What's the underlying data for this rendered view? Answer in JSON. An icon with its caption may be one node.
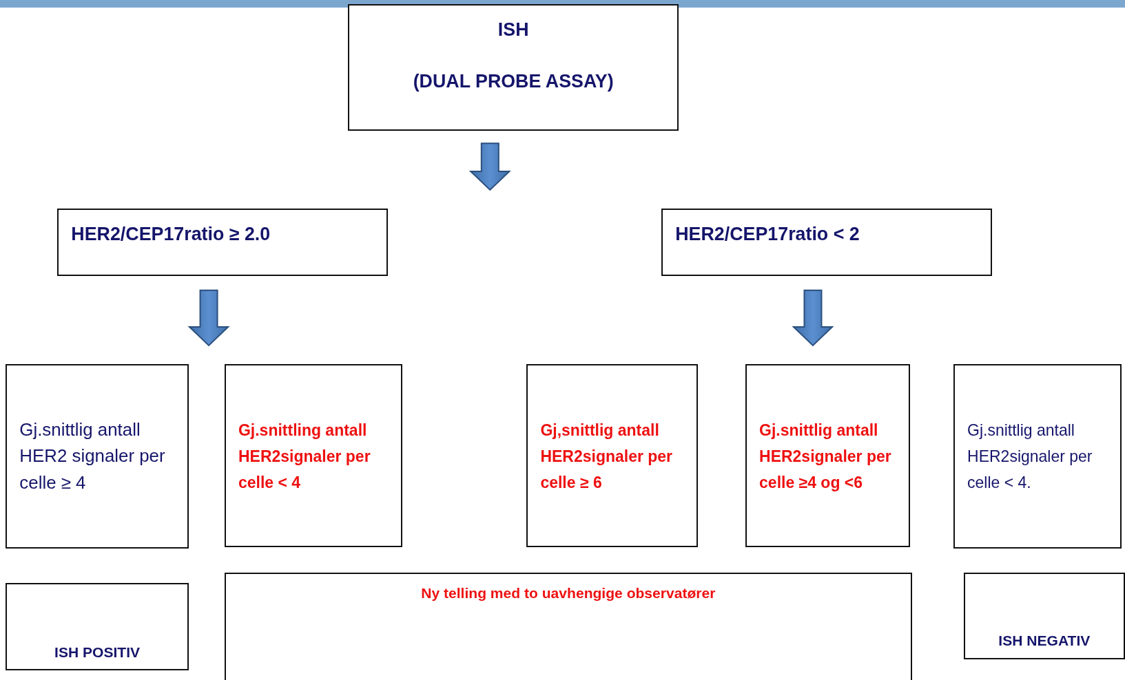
{
  "diagram": {
    "nodes": [
      {
        "text": [
          "ISH",
          "(DUAL PROBE ASSAY)"
        ]
      },
      {
        "text": [
          "HER2/CEP17ratio ≥ 2.0"
        ]
      },
      {
        "text": [
          "HER2/CEP17ratio < 2"
        ]
      },
      {
        "text": [
          "Gj.snittlig antall HER2 signaler per celle  ≥ 4"
        ]
      },
      {
        "text": [
          "Gj.snittling antall HER2signaler per celle < 4"
        ]
      },
      {
        "text": [
          "Gj,snittlig antall HER2signaler per celle ≥ 6"
        ]
      },
      {
        "text": [
          "Gj.snittlig antall HER2signaler per celle  ≥4 og <6"
        ]
      },
      {
        "text": [
          "Gj.snittlig antall HER2signaler per celle < 4."
        ]
      },
      {
        "text": [
          "ISH POSITIV"
        ]
      },
      {
        "text": [
          "Ny telling med to uavhengige observatører"
        ]
      },
      {
        "text": [
          "ISH NEGATIV"
        ]
      }
    ],
    "edges": [
      {
        "from": 0,
        "to": null,
        "arrow": "to",
        "style": "thick"
      },
      {
        "from": 1,
        "to": null,
        "arrow": "to",
        "style": "thick"
      },
      {
        "from": 2,
        "to": null,
        "arrow": "to",
        "style": "thick"
      }
    ]
  }
}
